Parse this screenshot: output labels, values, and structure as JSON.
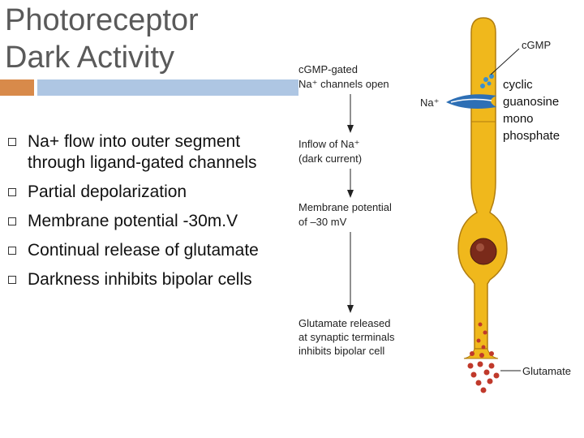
{
  "slide": {
    "title_line1": "Photoreceptor",
    "title_line2": "Dark Activity",
    "bullets": [
      "Na+ flow into outer segment through ligand-gated channels",
      "Partial depolarization",
      "Membrane potential -30m.V",
      "Continual release of glutamate",
      "Darkness inhibits bipolar cells"
    ]
  },
  "diagram": {
    "step1_line1": "cGMP-gated",
    "step1_line2": "Na⁺ channels open",
    "step2_line1": "Inflow of Na⁺",
    "step2_line2": "(dark current)",
    "step3_line1": "Membrane potential",
    "step3_line2": "of –30 mV",
    "step4_line1": "Glutamate released",
    "step4_line2": "at synaptic terminals",
    "step4_line3": "inhibits bipolar cell",
    "label_cgmp": "cGMP",
    "label_na": "Na⁺",
    "label_glutamate": "Glutamate",
    "note_line1": "cyclic",
    "note_line2": "guanosine",
    "note_line3": "mono",
    "note_line4": "phosphate",
    "colors": {
      "cell_fill": "#f0b81c",
      "cell_edge": "#b07d10",
      "nucleus": "#7a2a1a",
      "glutamate_dot": "#c0392b",
      "arrow_blue": "#2d6fb5",
      "cgmp_dot": "#3a8fd0"
    }
  }
}
